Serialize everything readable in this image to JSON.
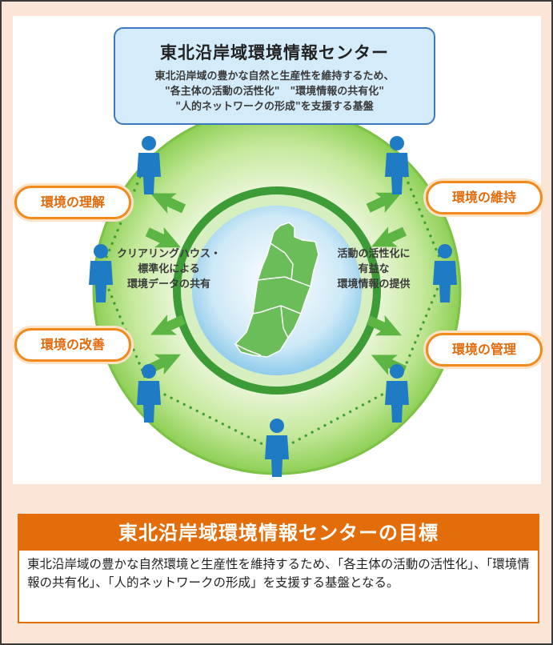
{
  "center_box": {
    "title": "東北沿岸域環境情報センター",
    "lines": [
      "東北沿岸域の豊かな自然と生産性を維持するため、",
      "\"各主体の活動の活性化\"　\"環境情報の共有化\"",
      "\"人的ネットワークの形成\"を支援する基盤"
    ]
  },
  "goals": {
    "understand": "環境の理解",
    "maintain": "環境の維持",
    "improve": "環境の改善",
    "manage": "環境の管理"
  },
  "inner": {
    "left": [
      "クリアリングハウス・",
      "標準化による",
      "環境データの共有"
    ],
    "right": [
      "活動の活性化に",
      "有益な",
      "環境情報の提供"
    ]
  },
  "goal_section": {
    "title": "東北沿岸域環境情報センターの目標",
    "description": "東北沿岸域の豊かな自然環境と生産性を維持するため、「各主体の活動の活性化」、「環境情報の共有化」、「人的ネットワークの形成」を支援する基盤となる。"
  },
  "colors": {
    "ring_outer": "#8dcf55",
    "ring_inner": "#3d9c35",
    "ocean": "#a6d8f2",
    "land": "#6bbd5a",
    "person": "#1f7bc4",
    "accent": "#e36d0a"
  },
  "icons": [
    "person-icon",
    "arrow-icon",
    "tohoku-map-icon"
  ]
}
